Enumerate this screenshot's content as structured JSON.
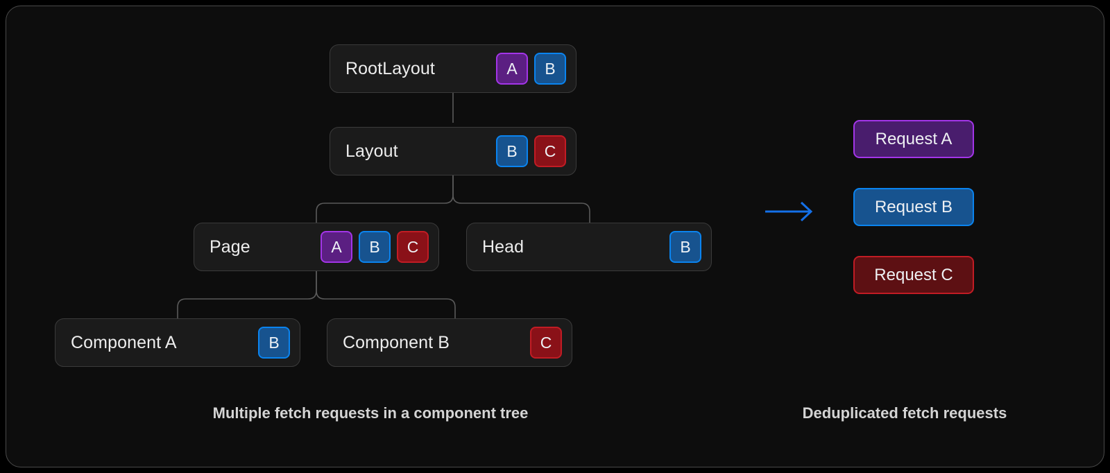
{
  "diagram": {
    "title_left": "Multiple fetch requests in a component tree",
    "title_right": "Deduplicated fetch requests",
    "arrow_icon": "arrow-right-icon",
    "colors": {
      "background": "#0d0d0d",
      "frame_border": "#4a4a4a",
      "card_background": "#1b1b1b",
      "card_border": "#3b3b3b",
      "connector": "#5a5a5a",
      "request_a_fill": "#491d6d",
      "request_a_border": "#a335e8",
      "request_b_fill": "#17538f",
      "request_b_border": "#0a84f0",
      "request_c_fill": "#5d1013",
      "request_c_border": "#c21c24",
      "badge_a_fill": "#5b1f82",
      "badge_b_fill": "#17538f",
      "badge_c_fill": "#8a1118",
      "arrow": "#1470e8",
      "text": "#ededed"
    }
  },
  "tree": {
    "nodes": [
      {
        "id": "root-layout",
        "label": "RootLayout",
        "badges": [
          "A",
          "B"
        ]
      },
      {
        "id": "layout",
        "label": "Layout",
        "badges": [
          "B",
          "C"
        ]
      },
      {
        "id": "page",
        "label": "Page",
        "badges": [
          "A",
          "B",
          "C"
        ]
      },
      {
        "id": "head",
        "label": "Head",
        "badges": [
          "B"
        ]
      },
      {
        "id": "component-a",
        "label": "Component A",
        "badges": [
          "B"
        ]
      },
      {
        "id": "component-b",
        "label": "Component B",
        "badges": [
          "C"
        ]
      }
    ]
  },
  "requests": [
    {
      "id": "request-a",
      "label": "Request A",
      "variant": "a"
    },
    {
      "id": "request-b",
      "label": "Request B",
      "variant": "b"
    },
    {
      "id": "request-c",
      "label": "Request C",
      "variant": "c"
    }
  ]
}
